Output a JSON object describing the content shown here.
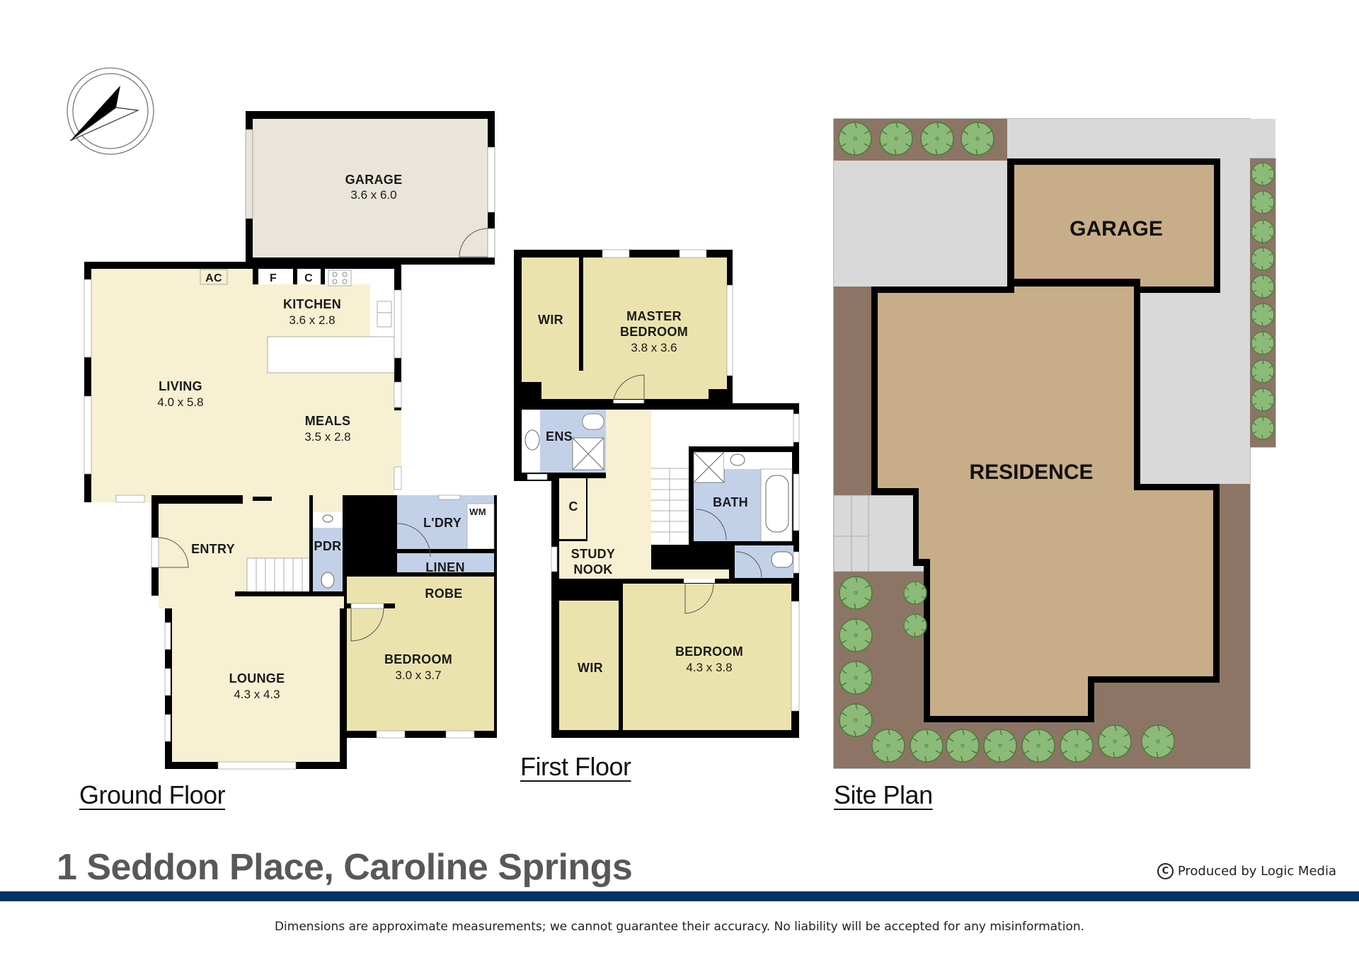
{
  "header": {
    "compass": "north-arrow-icon"
  },
  "ground_floor": {
    "label": "Ground Floor",
    "rooms": {
      "garage": {
        "name": "GARAGE",
        "dims": "3.6 x 6.0"
      },
      "kitchen": {
        "name": "KITCHEN",
        "dims": "3.6 x 2.8"
      },
      "living": {
        "name": "LIVING",
        "dims": "4.0 x 5.8"
      },
      "meals": {
        "name": "MEALS",
        "dims": "3.5 x 2.8"
      },
      "entry": {
        "name": "ENTRY"
      },
      "pdr": {
        "name": "PDR"
      },
      "laundry": {
        "name": "L'DRY"
      },
      "wm": {
        "name": "WM"
      },
      "linen": {
        "name": "LINEN"
      },
      "robe": {
        "name": "ROBE"
      },
      "bedroom": {
        "name": "BEDROOM",
        "dims": "3.0 x 3.7"
      },
      "lounge": {
        "name": "LOUNGE",
        "dims": "4.3 x 4.3"
      }
    },
    "fixtures": {
      "ac": "AC",
      "fridge": "F",
      "cupboard": "C"
    }
  },
  "first_floor": {
    "label": "First Floor",
    "rooms": {
      "wir_master": {
        "name": "WIR"
      },
      "master_bedroom": {
        "name_line1": "MASTER",
        "name_line2": "BEDROOM",
        "dims": "3.8 x 3.6"
      },
      "ens": {
        "name": "ENS"
      },
      "cupboard": {
        "name": "C"
      },
      "study_nook": {
        "name_line1": "STUDY",
        "name_line2": "NOOK"
      },
      "bath": {
        "name": "BATH"
      },
      "wir_bedroom": {
        "name": "WIR"
      },
      "bedroom": {
        "name": "BEDROOM",
        "dims": "4.3 x 3.8"
      }
    }
  },
  "site_plan": {
    "label": "Site Plan",
    "garage": "GARAGE",
    "residence": "RESIDENCE"
  },
  "colors": {
    "living_fill": "#f7f0d2",
    "bedroom_fill": "#ebe3ad",
    "wet_fill": "#c3d1e8",
    "garage_fill": "#e9e5da",
    "site_building": "#c8ad89",
    "site_soil": "#8c7565",
    "site_paving": "#d9d9d9",
    "tree": "#8cba78",
    "band": "#003366",
    "title": "#58585a"
  },
  "footer": {
    "address": "1 Seddon Place, Caroline Springs",
    "credit": "Produced by Logic Media",
    "copyright_symbol": "C",
    "disclaimer": "Dimensions are approximate measurements; we cannot guarantee their accuracy. No liability will be accepted for any misinformation."
  }
}
